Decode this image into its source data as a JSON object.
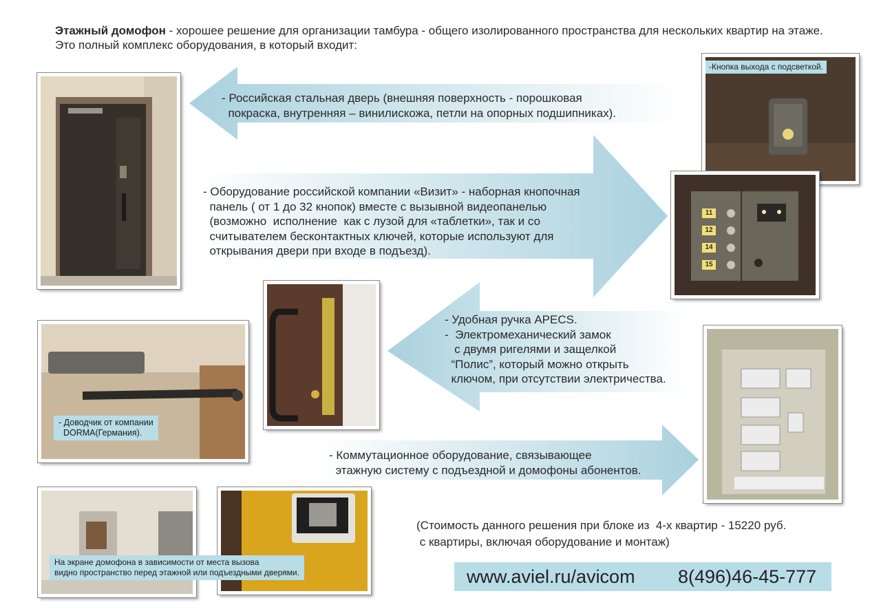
{
  "intro": {
    "title": "Этажный домофон",
    "text": " - хорошее решение для организации тамбура - общего изолированного пространства для нескольких квартир на этаже.  Это полный комплекс оборудования, в который входит:"
  },
  "items": {
    "door": "- Российская стальная дверь (внешняя поверхность - порошковая\n  покраска, внутренняя – винилискожа, петли на опорных подшипниках).",
    "panel": "- Оборудование российской компании «Визит» - наборная кнопочная\n  панель ( от 1 до 32 кнопок) вместе с вызывной видеопанелью\n  (возможно  исполнение  как с лузой для «таблетки», так и со\n  считывателем бесконтактных ключей, которые используют для\n  открывания двери при входе в подъезд).",
    "lock": "- Удобная ручка APECS.\n-  Электромеханический замок\n   с двумя ригелями и защелкой\n  “Полис”, который можно открыть\n  ключом, при отсутствии электричества.",
    "switch": "- Коммутационное оборудование, связывающее\n  этажную систему с подъездной и домофоны абонентов."
  },
  "captions": {
    "exit_button": "-Кнопка выхода с подсветкой.",
    "closer": "- Доводчик от компании\n  DORMA(Германия).",
    "screen": "На экране домофона в зависимости от места вызова\nвидно пространство перед этажной или подъездными дверями."
  },
  "panel_buttons": [
    "11",
    "12",
    "14",
    "15"
  ],
  "price": "(Стоимость данного решения при блоке из  4-х квартир - 15220 руб.\n с квартиры, включая оборудование и монтаж)",
  "footer": {
    "url": "www.aviel.ru/avicom",
    "phone": "8(496)46-45-777"
  },
  "colors": {
    "arrow": "#b9dbe5",
    "caption_bg": "#b8dde6"
  }
}
